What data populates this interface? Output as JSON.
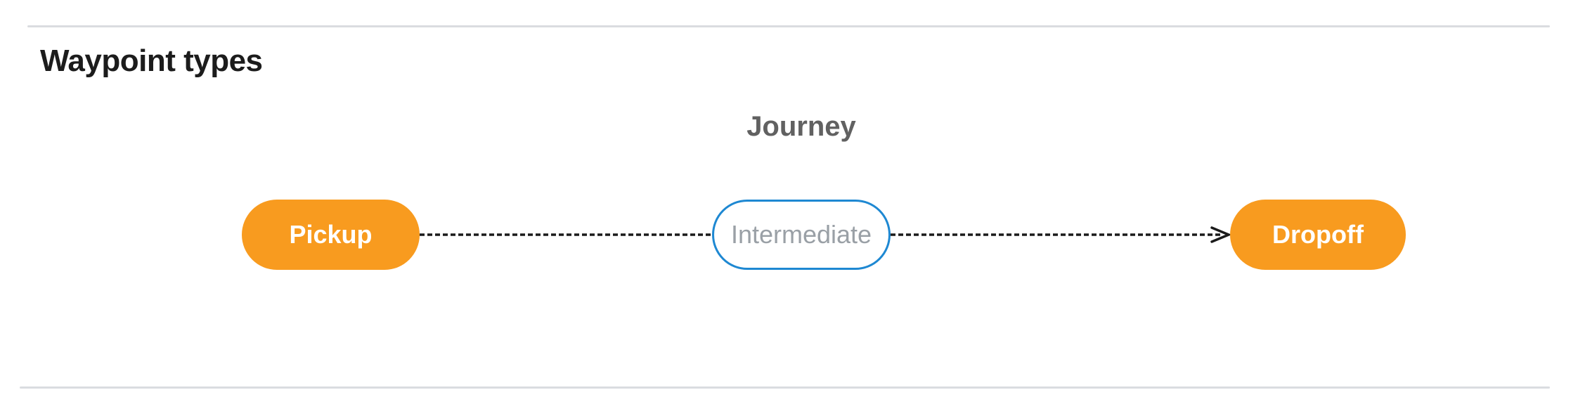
{
  "section": {
    "title": "Waypoint types"
  },
  "diagram": {
    "group_label": "Journey",
    "nodes": [
      {
        "id": "pickup",
        "label": "Pickup",
        "style": "filled"
      },
      {
        "id": "intermediate",
        "label": "Intermediate",
        "style": "outlined"
      },
      {
        "id": "dropoff",
        "label": "Dropoff",
        "style": "filled"
      }
    ],
    "edges": [
      {
        "from": "pickup",
        "to": "intermediate",
        "style": "dashed",
        "arrow": false
      },
      {
        "from": "intermediate",
        "to": "dropoff",
        "style": "dashed",
        "arrow": true
      }
    ],
    "colors": {
      "node_fill": "#F89B1F",
      "node_text_filled": "#FFFFFF",
      "outlined_border": "#1E88D2",
      "outlined_text": "#9AA0A6",
      "group_label_text": "#616161",
      "edge_stroke": "#1A1A1A",
      "divider": "#DADCE0",
      "title_text": "#1C1C1C"
    }
  }
}
